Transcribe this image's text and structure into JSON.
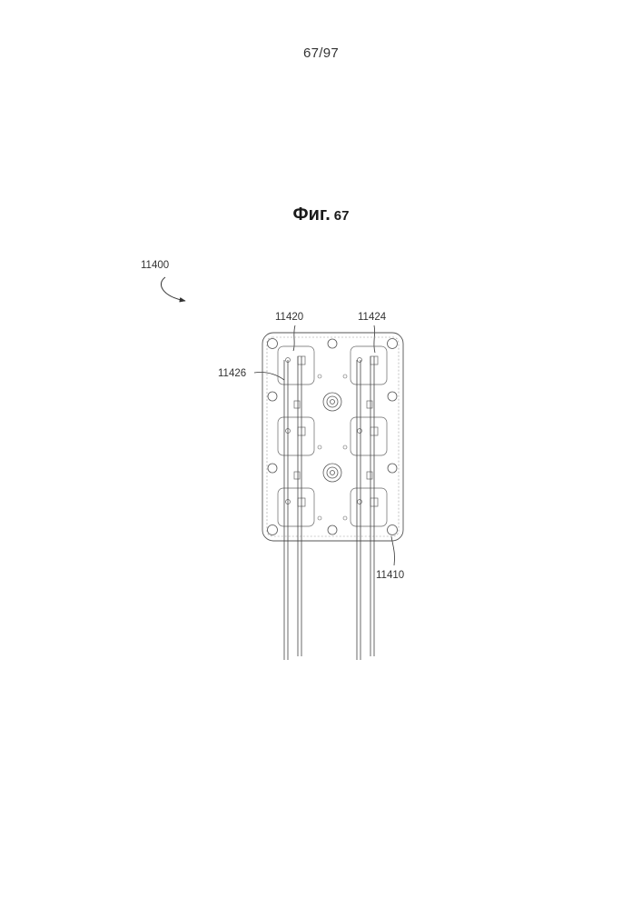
{
  "page_number": "67/97",
  "figure": {
    "word": "Фиг.",
    "number": "67"
  },
  "reference_numerals": {
    "assembly": "11400",
    "left_unit": "11420",
    "right_unit": "11424",
    "lead": "11426",
    "plate": "11410"
  }
}
